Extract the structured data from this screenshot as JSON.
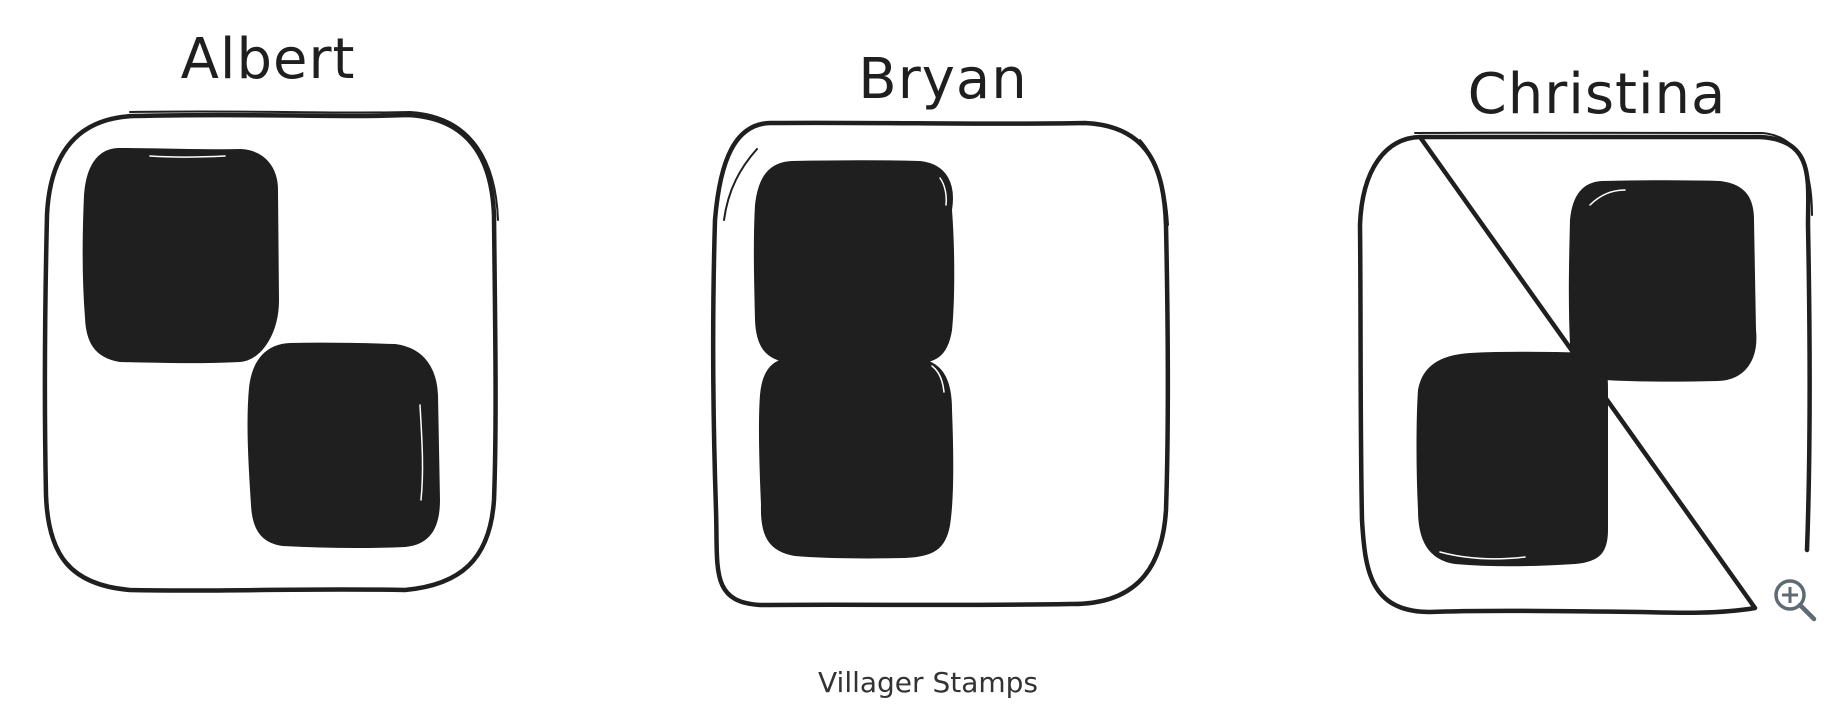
{
  "villagers": [
    {
      "name": "Albert"
    },
    {
      "name": "Bryan"
    },
    {
      "name": "Christina"
    }
  ],
  "caption": "Villager Stamps",
  "zoom_control": {
    "icon": "zoom-in-icon"
  },
  "colors": {
    "ink": "#1f1f1f",
    "background": "#ffffff",
    "caption": "#333333",
    "zoom_icon": "#5f6b73"
  }
}
